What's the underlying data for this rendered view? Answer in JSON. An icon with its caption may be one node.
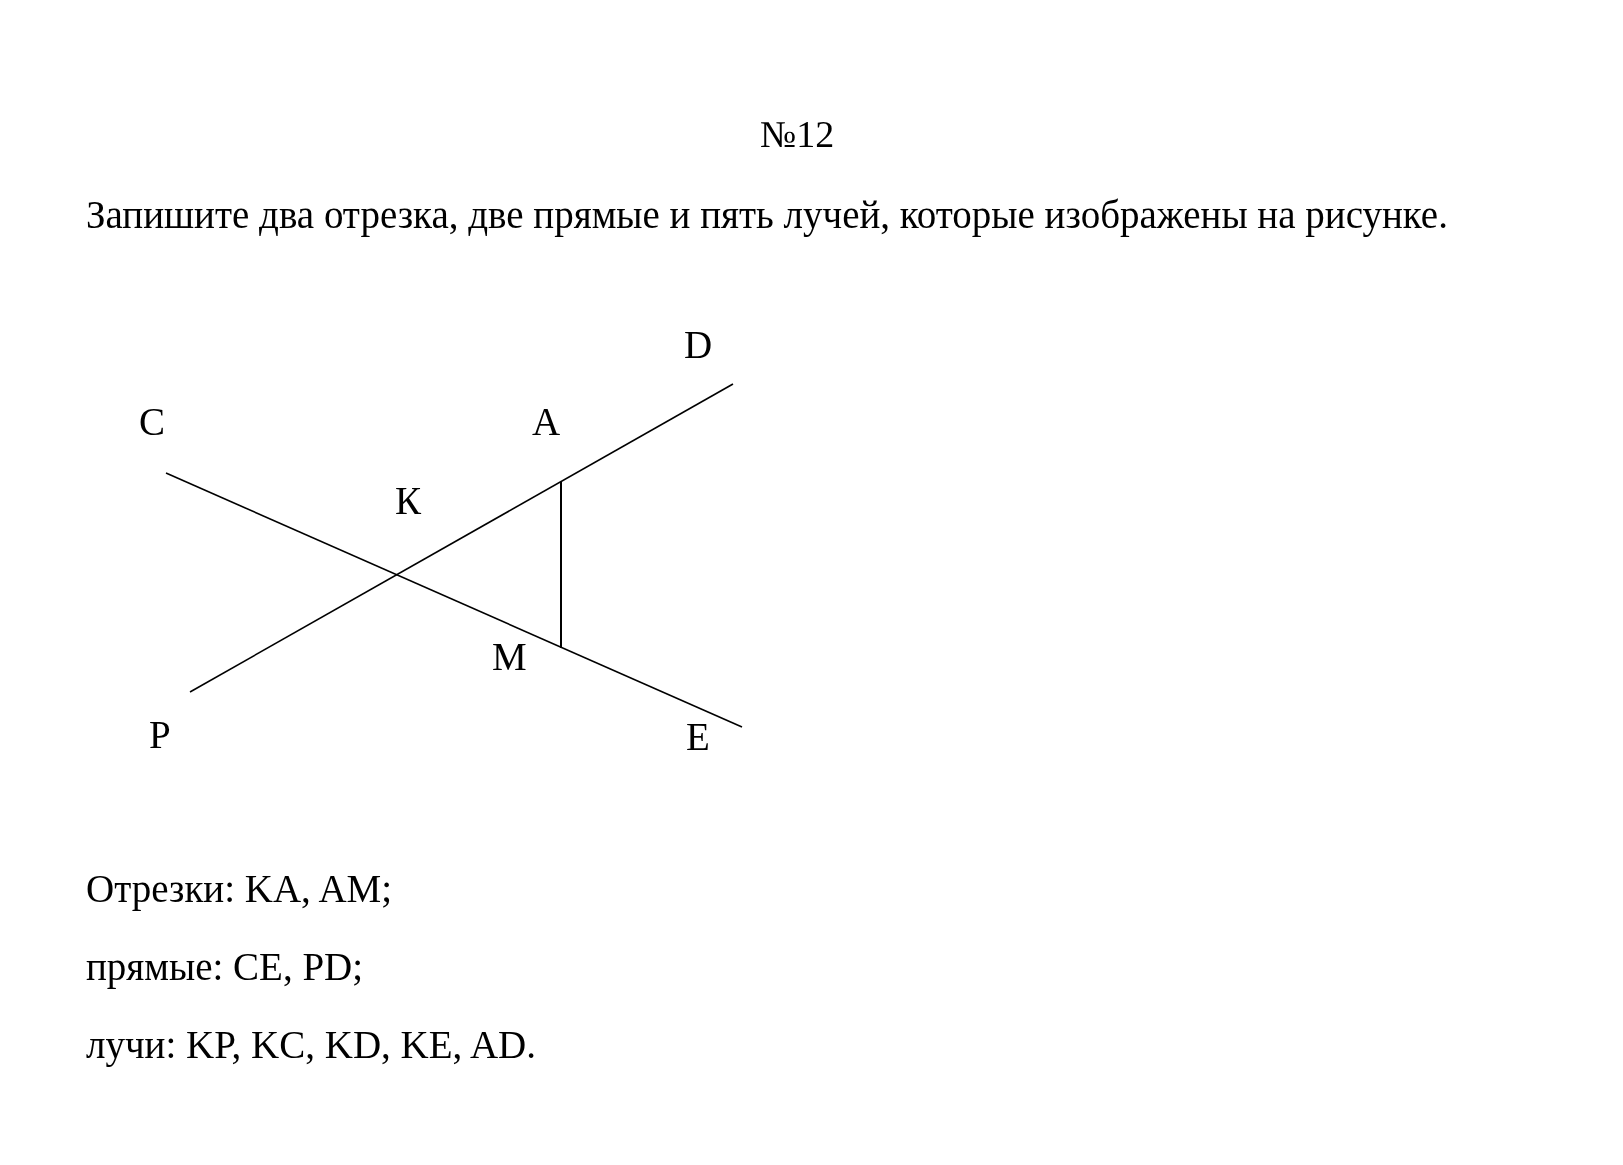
{
  "diagram": {
    "title": "№12",
    "labels": [
      "Запишите два отрезка, две прямые и пять лучей, которые изображены на рисунке.",
      "D",
      "C",
      "A",
      "К",
      "M",
      "P",
      "E",
      "Отрезки: KA, AM;",
      "прямые: CE, PD;",
      "лучи: KP, KC, KD, KE, AD."
    ]
  }
}
